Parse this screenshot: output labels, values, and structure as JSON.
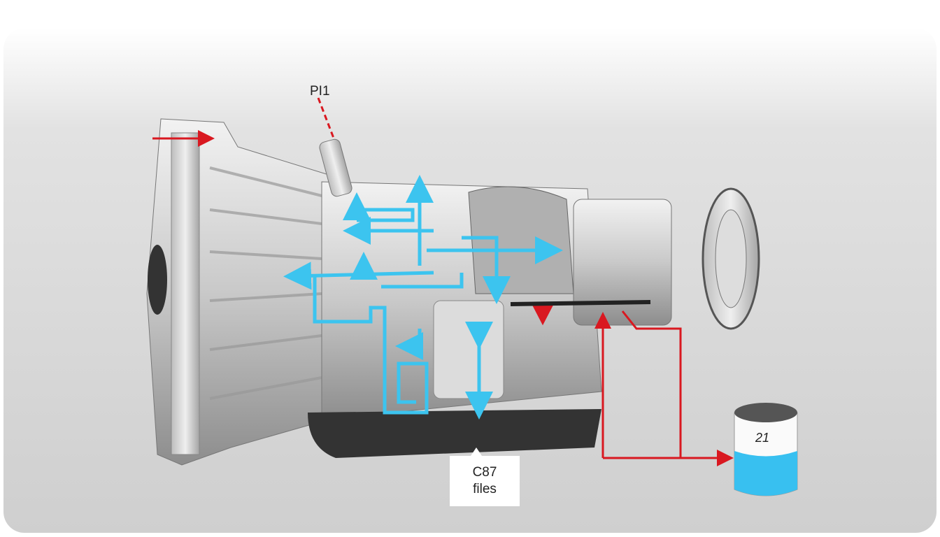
{
  "labels": {
    "top_part": "PI1",
    "callout_line1": "C87",
    "callout_line2": "files",
    "tank": "21"
  },
  "colors": {
    "flow_blue": "#3cc4ef",
    "flow_red": "#d91820",
    "fluid": "#38c0f0",
    "background": "#d4d4d4"
  }
}
